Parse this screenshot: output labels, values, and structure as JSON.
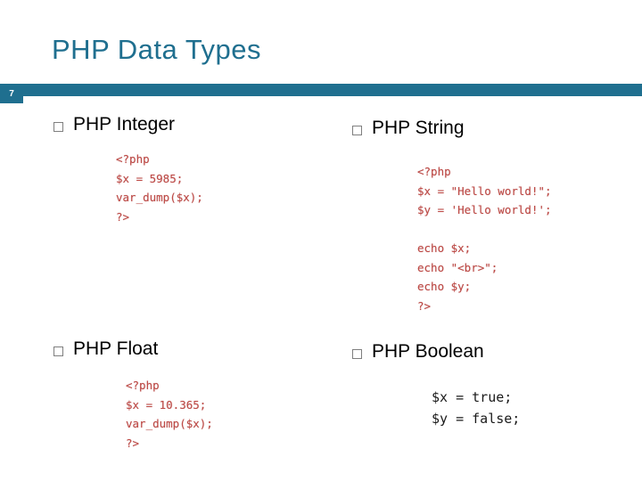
{
  "slide": {
    "title": "PHP Data Types",
    "number": "7",
    "accent_color": "#1f6f8f"
  },
  "sections": [
    {
      "id": "integer",
      "label": "PHP Integer",
      "code": "<?php\n$x = 5985;\nvar_dump($x);\n?>"
    },
    {
      "id": "string",
      "label": "PHP String",
      "code": "<?php\n$x = \"Hello world!\";\n$y = 'Hello world!';\n\necho $x;\necho \"<br>\";\necho $y;\n?>"
    },
    {
      "id": "float",
      "label": "PHP Float",
      "code": "<?php\n$x = 10.365;\nvar_dump($x);\n?>"
    },
    {
      "id": "boolean",
      "label": "PHP Boolean",
      "code": "$x = true;\n$y = false;"
    }
  ]
}
